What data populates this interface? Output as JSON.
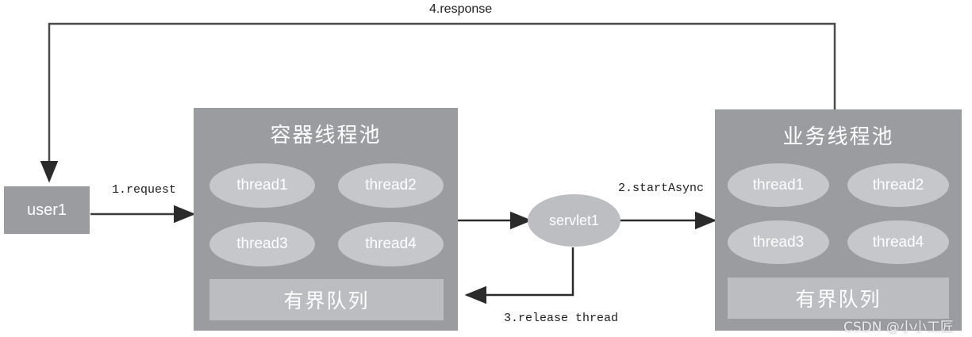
{
  "diagram": {
    "title": "Servlet async request processing with container and business thread pools",
    "colors": {
      "pool_fill": "#9a9c9f",
      "thread_fill": "#c5c7ca",
      "queue_fill": "#bbbdc0",
      "servlet_fill": "#bcbec1",
      "wire": "#3a3a3a",
      "text_on_fill": "#ffffff",
      "label_text": "#1d1d1d",
      "background": "#ffffff"
    },
    "actor": {
      "label": "user1"
    },
    "container_pool": {
      "title": "容器线程池",
      "threads": [
        "thread1",
        "thread2",
        "thread3",
        "thread4"
      ],
      "queue_label": "有界队列"
    },
    "business_pool": {
      "title": "业务线程池",
      "threads": [
        "thread1",
        "thread2",
        "thread3",
        "thread4"
      ],
      "queue_label": "有界队列"
    },
    "servlet": {
      "label": "servlet1"
    },
    "edges": [
      {
        "id": "request",
        "label": "1.request"
      },
      {
        "id": "start-async",
        "label": "2.startAsync"
      },
      {
        "id": "release-thread",
        "label": "3.release thread"
      },
      {
        "id": "response",
        "label": "4.response"
      }
    ],
    "watermark": {
      "text": "CSDN @小小工匠"
    }
  }
}
